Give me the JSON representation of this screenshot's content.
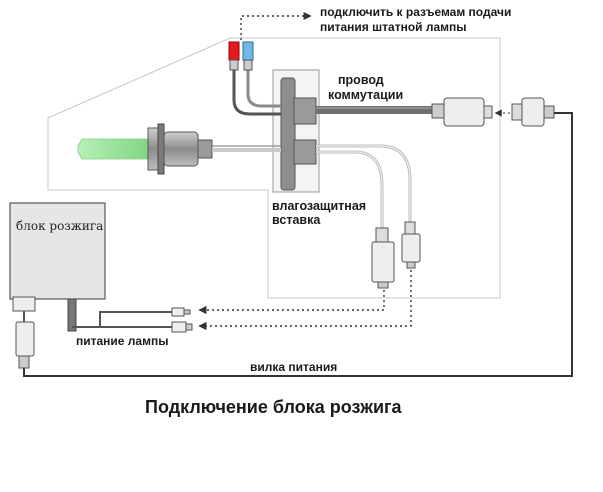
{
  "labels": {
    "connect_line1": "подключить к разъемам подачи",
    "connect_line2": "питания штатной лампы",
    "wire_line1": "провод",
    "wire_line2": "коммутации",
    "insert_line1": "влагозащитная",
    "insert_line2": "вставка",
    "ignition_unit": "блок розжига",
    "lamp_power": "питание лампы",
    "power_plug": "вилка питания"
  },
  "caption": "Подключение блока розжига",
  "colors": {
    "lamp_glow": "#9be39b",
    "red_terminal": "#e21b1b",
    "blue_terminal": "#6fb8e8",
    "cable_dark": "#555555",
    "cable_light": "#bdbdbd"
  }
}
